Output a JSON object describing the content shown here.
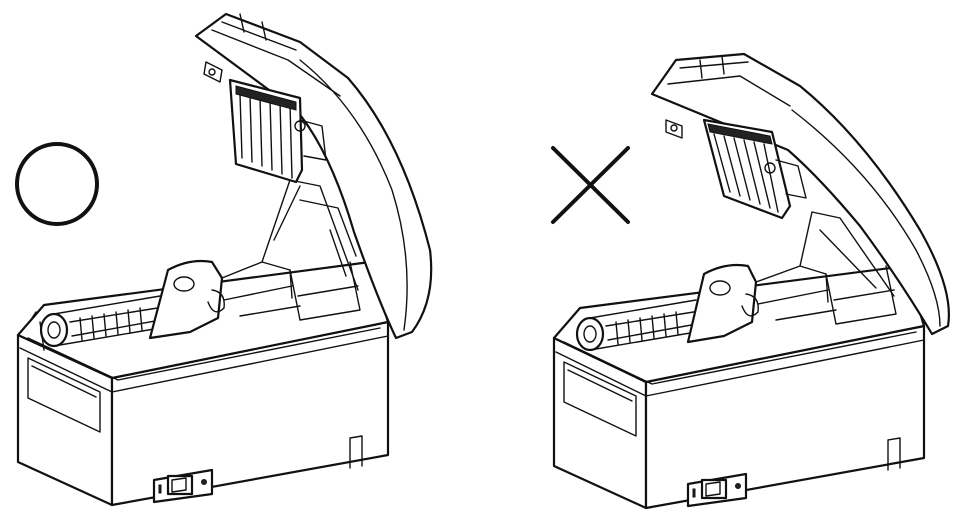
{
  "figure": {
    "panels": [
      {
        "id": "correct",
        "marker_icon": "circle-mark-icon",
        "meaning": "correct"
      },
      {
        "id": "incorrect",
        "marker_icon": "cross-mark-icon",
        "meaning": "incorrect"
      }
    ],
    "colors": {
      "ink": "#111111",
      "paper": "#ffffff"
    }
  }
}
